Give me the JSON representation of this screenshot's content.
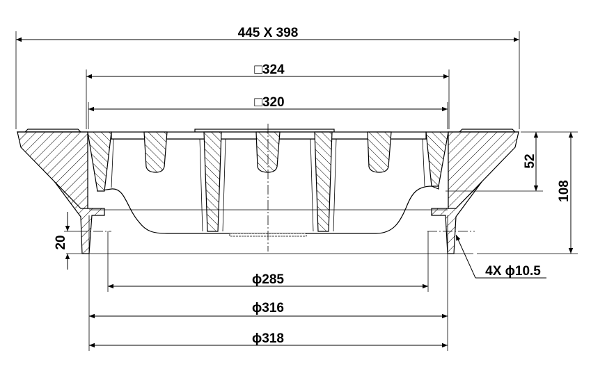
{
  "drawing": {
    "dimensions": {
      "overall": "445 X 398",
      "square_outer": "□324",
      "square_inner": "□320",
      "diameter_285": "ϕ285",
      "diameter_316": "ϕ316",
      "diameter_318": "ϕ318",
      "height_52": "52",
      "height_108": "108",
      "height_20": "20",
      "holes": "4X ϕ10.5"
    }
  }
}
